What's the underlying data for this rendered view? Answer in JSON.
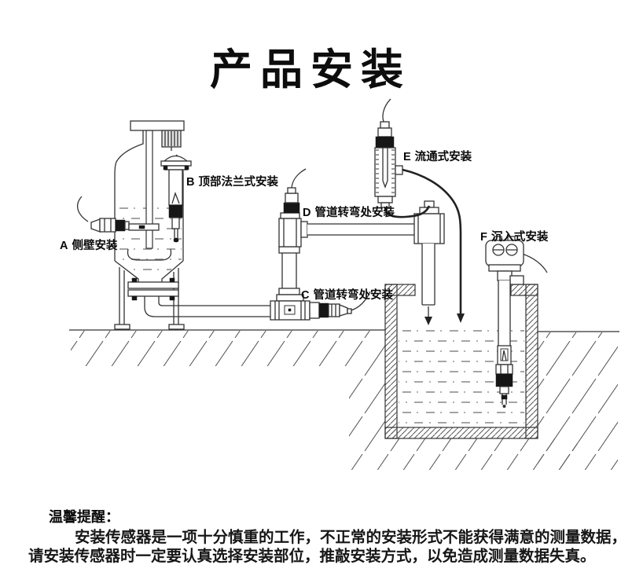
{
  "title": "产品安装",
  "diagram": {
    "labels": [
      {
        "letter": "A",
        "text": "侧壁安装"
      },
      {
        "letter": "B",
        "text": "顶部法兰式安装"
      },
      {
        "letter": "C",
        "text": "管道转弯处安装"
      },
      {
        "letter": "D",
        "text": "管道转弯处安装"
      },
      {
        "letter": "E",
        "text": "流通式安装"
      },
      {
        "letter": "F",
        "text": "沉入式安装"
      }
    ]
  },
  "note": {
    "heading": "温馨提醒：",
    "lines": [
      "安装传感器是一项十分慎重的工作，不正常的安装形式不能获得满意的测量数据，",
      "请安装传感器时一定要认真选择安装部位，推敲安装方式，以免造成测量数据失真。"
    ]
  },
  "colors": {
    "line": "#333333",
    "band": "#161616",
    "liquid_dash": "#8e8e8e",
    "background": "#ffffff"
  }
}
